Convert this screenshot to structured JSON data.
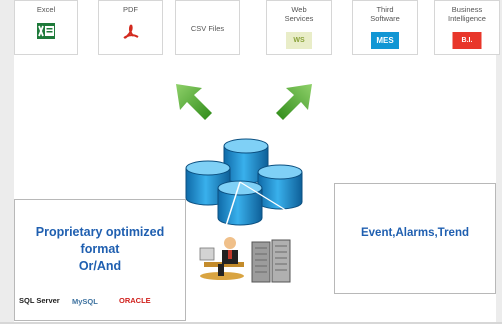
{
  "sources": [
    {
      "label": "Excel",
      "icon": "excel-icon"
    },
    {
      "label": "PDF",
      "icon": "pdf-icon"
    },
    {
      "label": "CSV Files",
      "icon": ""
    },
    {
      "label": "Web\nServices",
      "icon": "web-services-icon",
      "badge": "WS"
    },
    {
      "label": "Third\nSoftware",
      "icon": "mes-icon",
      "badge": "MES"
    },
    {
      "label": "Business\nIntelligence",
      "icon": "bi-icon",
      "badge": "B.I."
    }
  ],
  "left_box": {
    "title": "Proprietary optimized\nformat\nOr/And",
    "logos": [
      "SQL Server",
      "MySQL",
      "ORACLE"
    ]
  },
  "right_box": {
    "title": "Event,Alarms,Trend"
  },
  "colors": {
    "accent_text": "#1f5fb0",
    "arrow": "#3a9a1e",
    "database": "#1d8fd2",
    "mes": "#1196d4",
    "bi": "#e8362a",
    "oracle": "#d0201c"
  },
  "icons": [
    "arrow-up-left-icon",
    "arrow-up-right-icon",
    "database-cluster-icon",
    "operator-workstation-icon",
    "server-rack-icon"
  ]
}
